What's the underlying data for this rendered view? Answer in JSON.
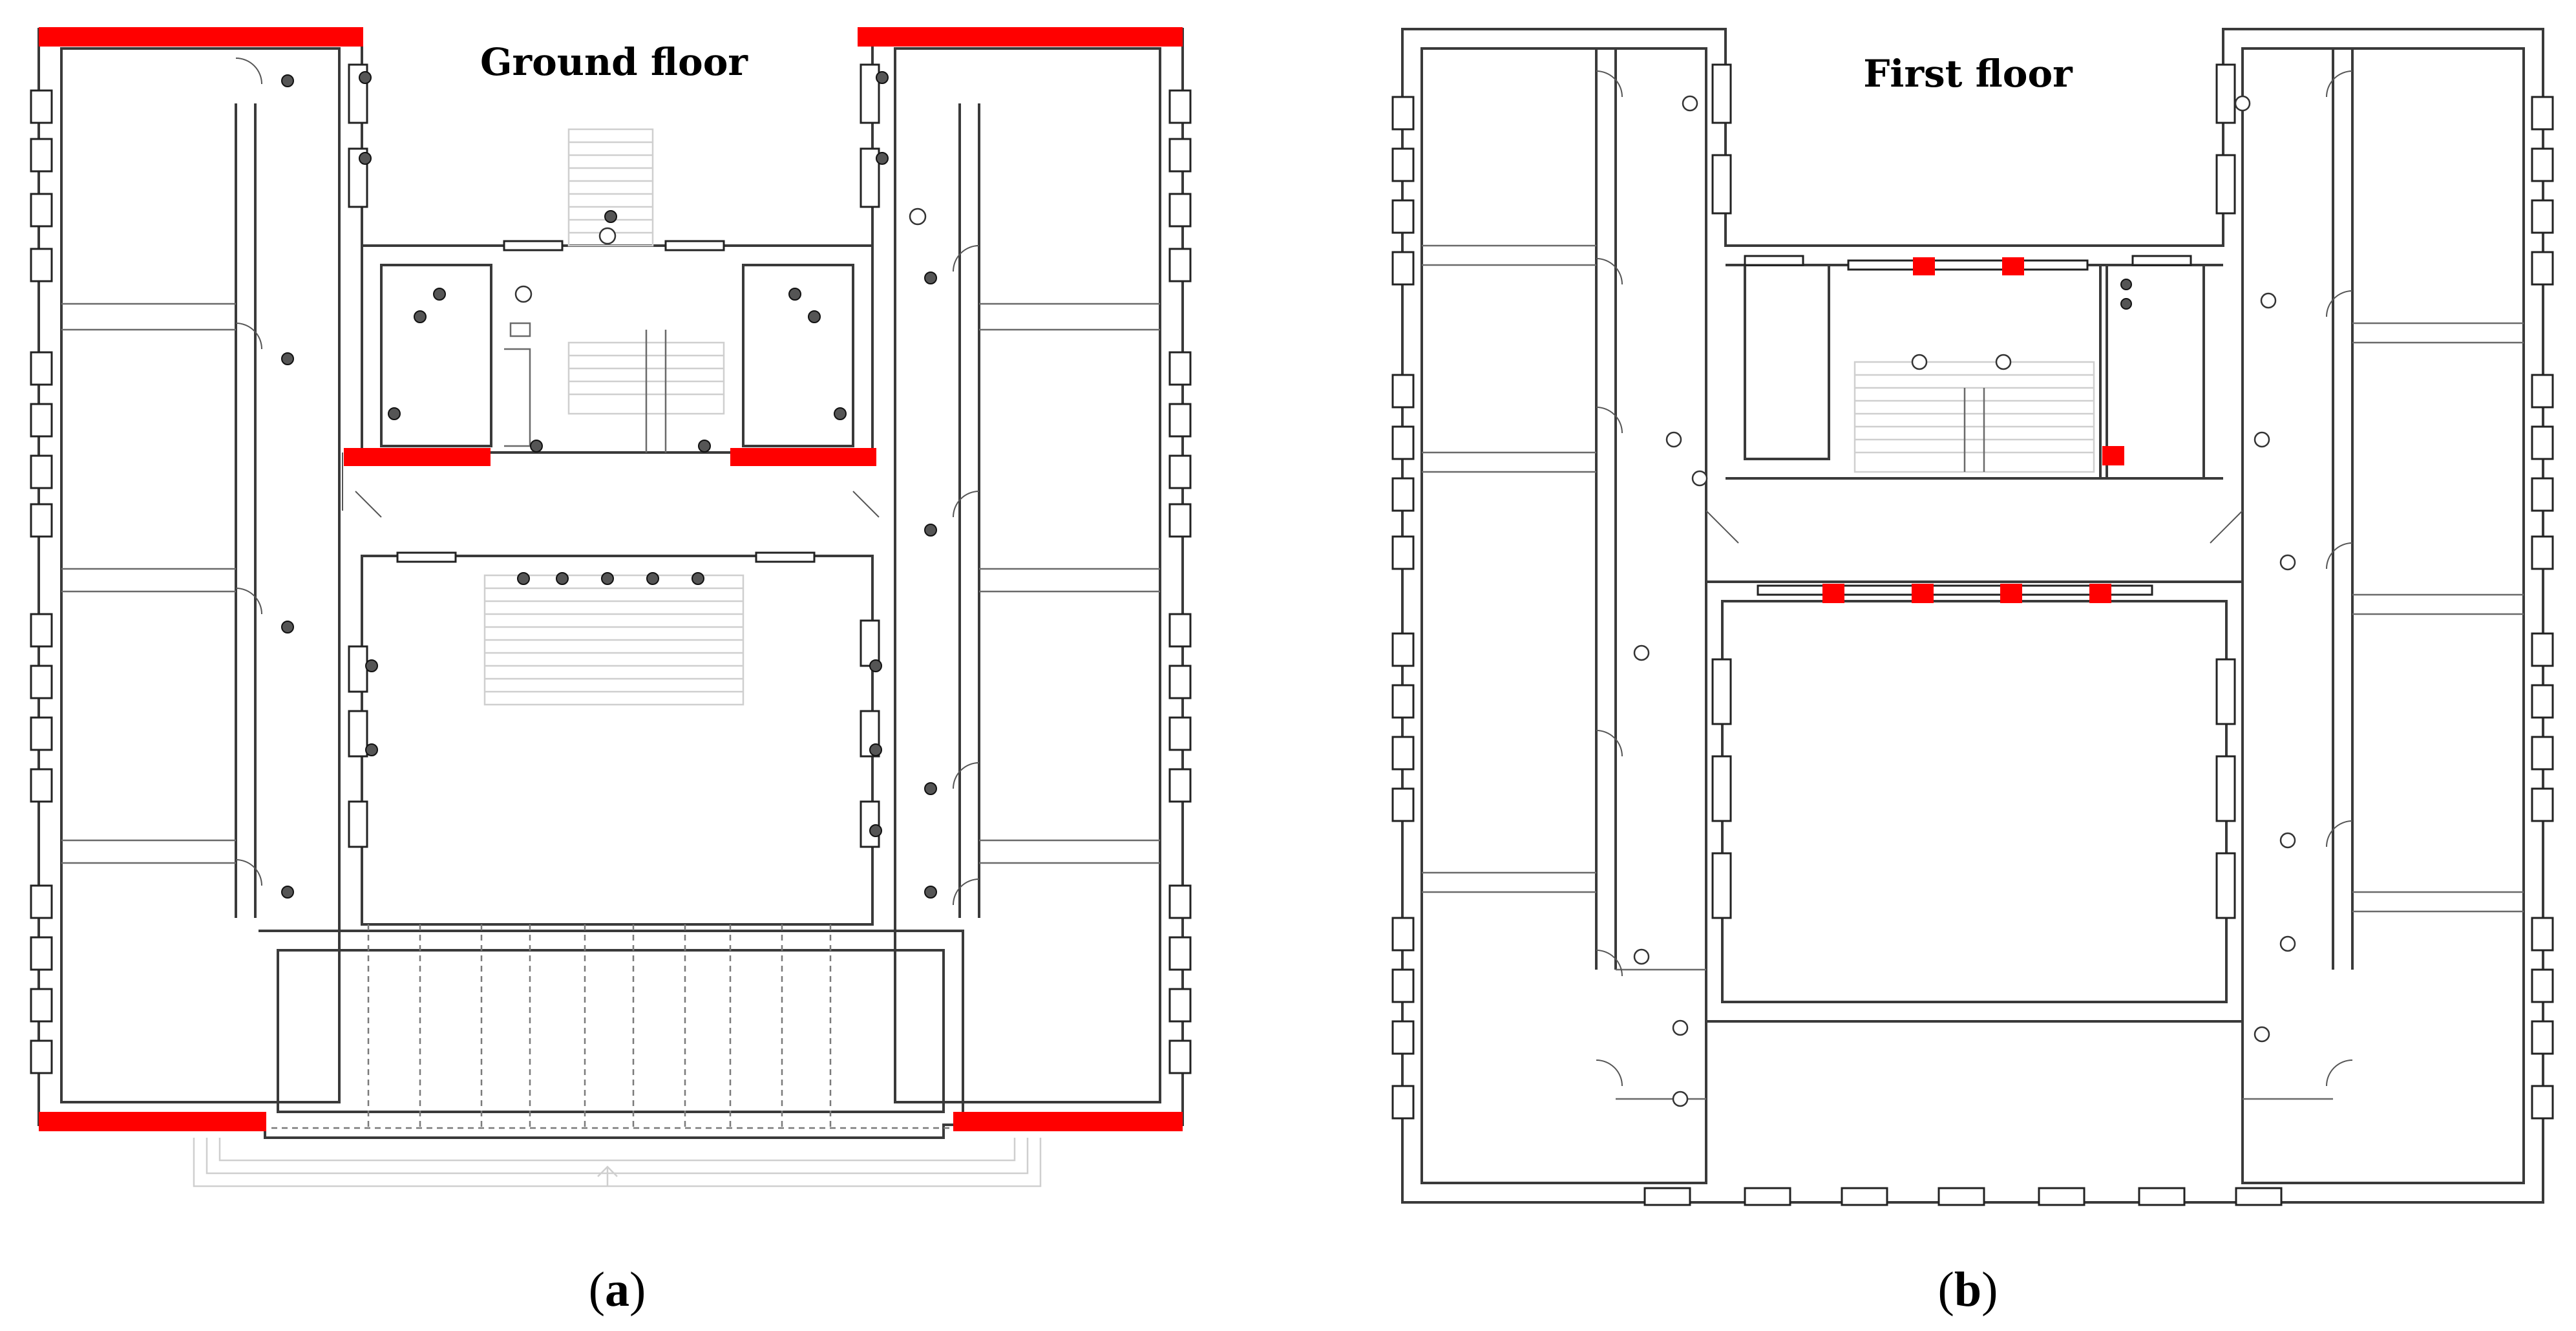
{
  "figure": {
    "panel_a": {
      "title": "Ground floor",
      "caption_open": "(",
      "caption_letter": "a",
      "caption_close": ")"
    },
    "panel_b": {
      "title": "First floor",
      "caption_open": "(",
      "caption_letter": "b",
      "caption_close": ")"
    }
  },
  "colors": {
    "highlight": "#ff0000",
    "wall": "#3a3a3a",
    "background": "#ffffff"
  },
  "symbols": {
    "window_unit": "window-icon",
    "light_fixture": "lamp-icon",
    "door_swing": "door-icon",
    "highlight_marker": "red-highlight"
  }
}
